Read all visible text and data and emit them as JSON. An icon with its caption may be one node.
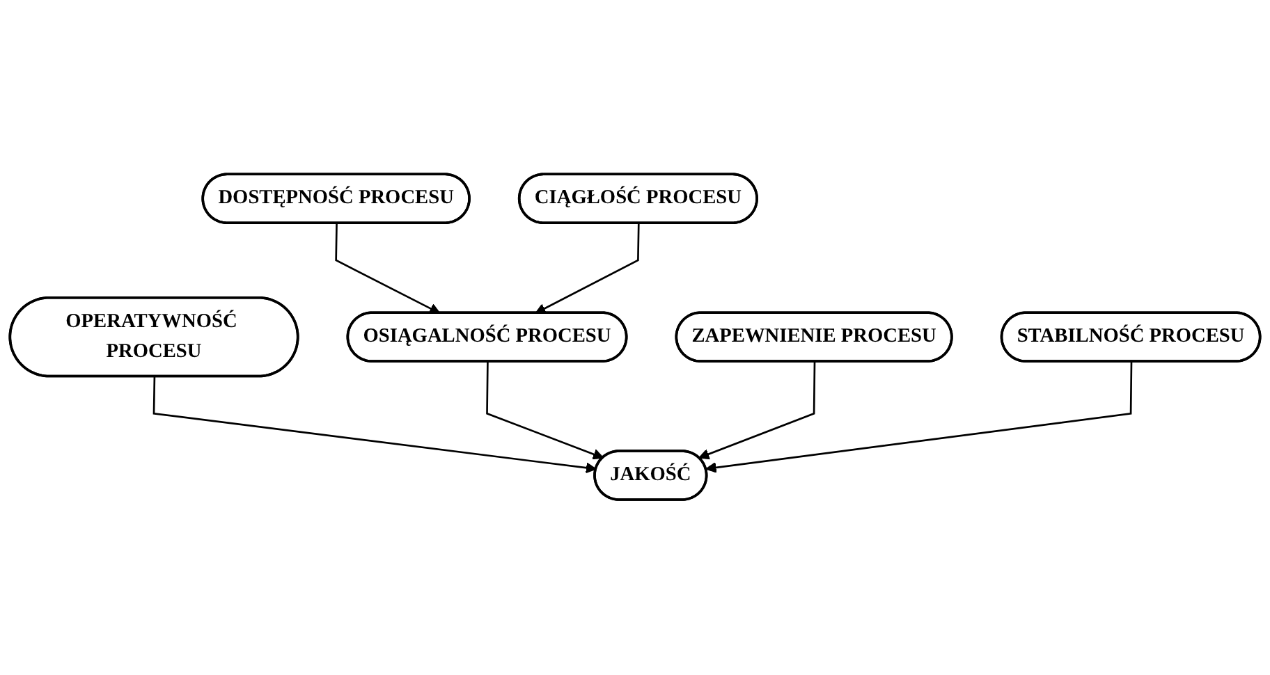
{
  "diagram": {
    "nodes": [
      {
        "text": [
          "DOSTĘPNOŚĆ PROCESU"
        ]
      },
      {
        "text": [
          "CIĄGŁOŚĆ PROCESU"
        ]
      },
      {
        "text": [
          "OPERATYWNOŚĆ PROCESU"
        ]
      },
      {
        "text": [
          "OSIĄGALNOŚĆ PROCESU"
        ]
      },
      {
        "text": [
          "ZAPEWNIENIE PROCESU"
        ]
      },
      {
        "text": [
          "STABILNOŚĆ PROCESU"
        ]
      },
      {
        "text": [
          "JAKOŚĆ"
        ]
      }
    ],
    "edges": [
      {
        "from": 0,
        "to": 3,
        "arrow": "to"
      },
      {
        "from": 1,
        "to": 3,
        "arrow": "to"
      },
      {
        "from": 2,
        "to": 6,
        "arrow": "to"
      },
      {
        "from": 3,
        "to": 6,
        "arrow": "to"
      },
      {
        "from": 4,
        "to": 6,
        "arrow": "to"
      },
      {
        "from": 5,
        "to": 6,
        "arrow": "to"
      }
    ]
  }
}
